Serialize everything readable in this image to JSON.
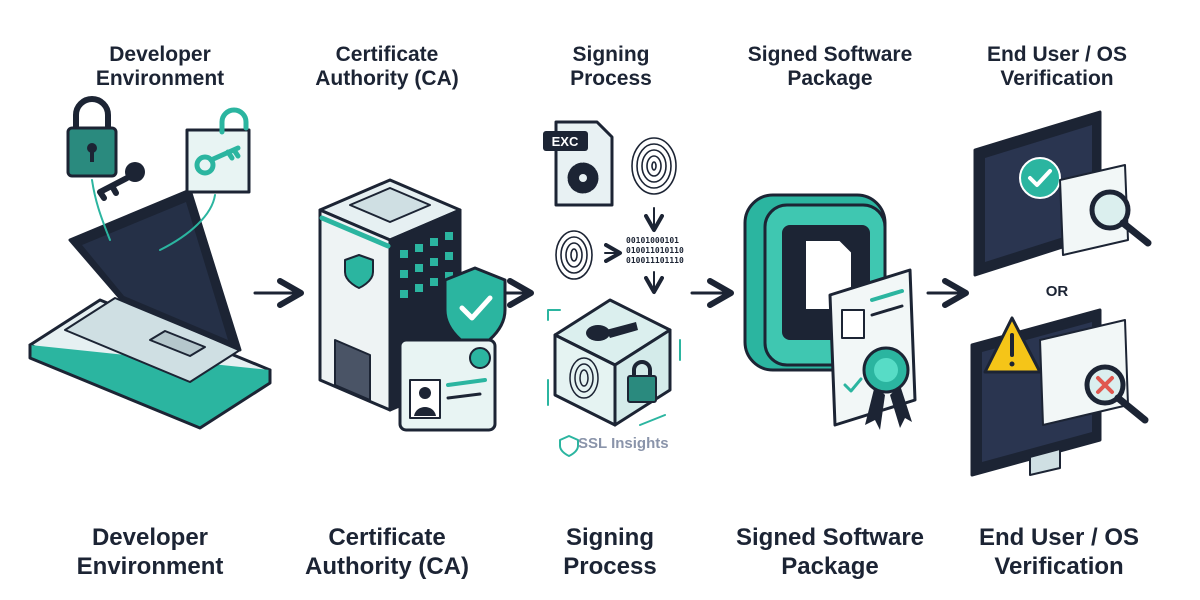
{
  "stages": [
    {
      "title_line1": "Developer",
      "title_line2": "Environment"
    },
    {
      "title_line1": "Certificate",
      "title_line2": "Authority (CA)"
    },
    {
      "title_line1": "Signing",
      "title_line2": "Process"
    },
    {
      "title_line1": "Signed Software",
      "title_line2": "Package"
    },
    {
      "title_line1": "End User / OS",
      "title_line2": "Verification"
    }
  ],
  "signing": {
    "file_label": "EXC",
    "binary": [
      "00101000101",
      "010011010110",
      "010011101110"
    ]
  },
  "verification": {
    "or_label": "OR"
  },
  "brand": "SSL Insights",
  "colors": {
    "teal": "#2bb5a0",
    "dark": "#1c2434",
    "light": "#e6f3f2",
    "warning": "#f5c518",
    "error": "#e0584f"
  }
}
